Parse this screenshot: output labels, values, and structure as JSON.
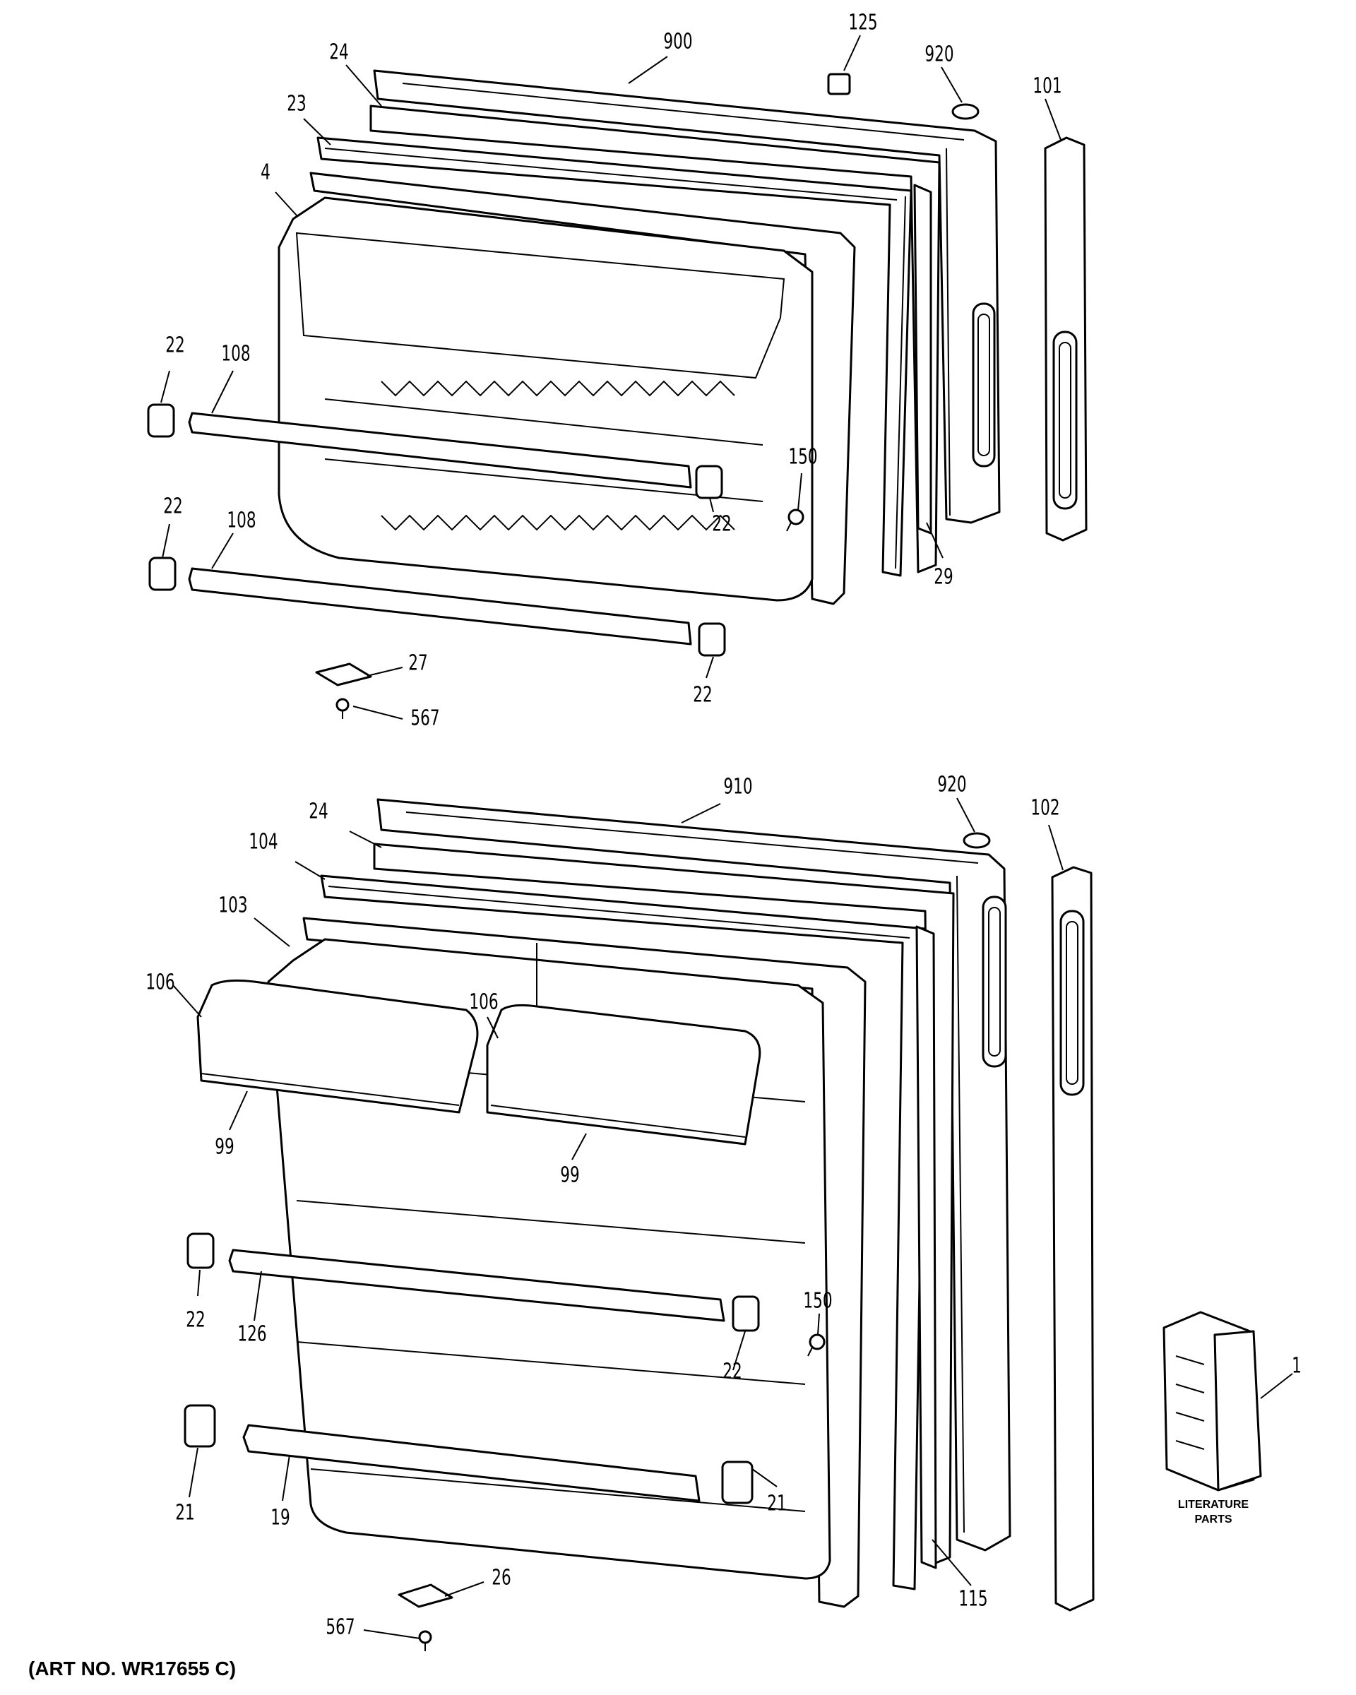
{
  "diagram": {
    "art_number": "(ART NO. WR17655 C)",
    "literature_label_line1": "LITERATURE",
    "literature_label_line2": "PARTS",
    "callouts": {
      "c900": "900",
      "c125": "125",
      "c920a": "920",
      "c101": "101",
      "c24a": "24",
      "c23": "23",
      "c4": "4",
      "c22a": "22",
      "c108a": "108",
      "c150a": "150",
      "c22b": "22",
      "c22c": "22",
      "c108b": "108",
      "c29": "29",
      "c22d": "22",
      "c27": "27",
      "c567a": "567",
      "c910": "910",
      "c920b": "920",
      "c24b": "24",
      "c102": "102",
      "c104": "104",
      "c103": "103",
      "c106a": "106",
      "c106b": "106",
      "c99a": "99",
      "c99b": "99",
      "c22e": "22",
      "c126": "126",
      "c150b": "150",
      "c22f": "22",
      "c1": "1",
      "c21a": "21",
      "c19": "19",
      "c21b": "21",
      "c115": "115",
      "c26": "26",
      "c567b": "567"
    }
  }
}
